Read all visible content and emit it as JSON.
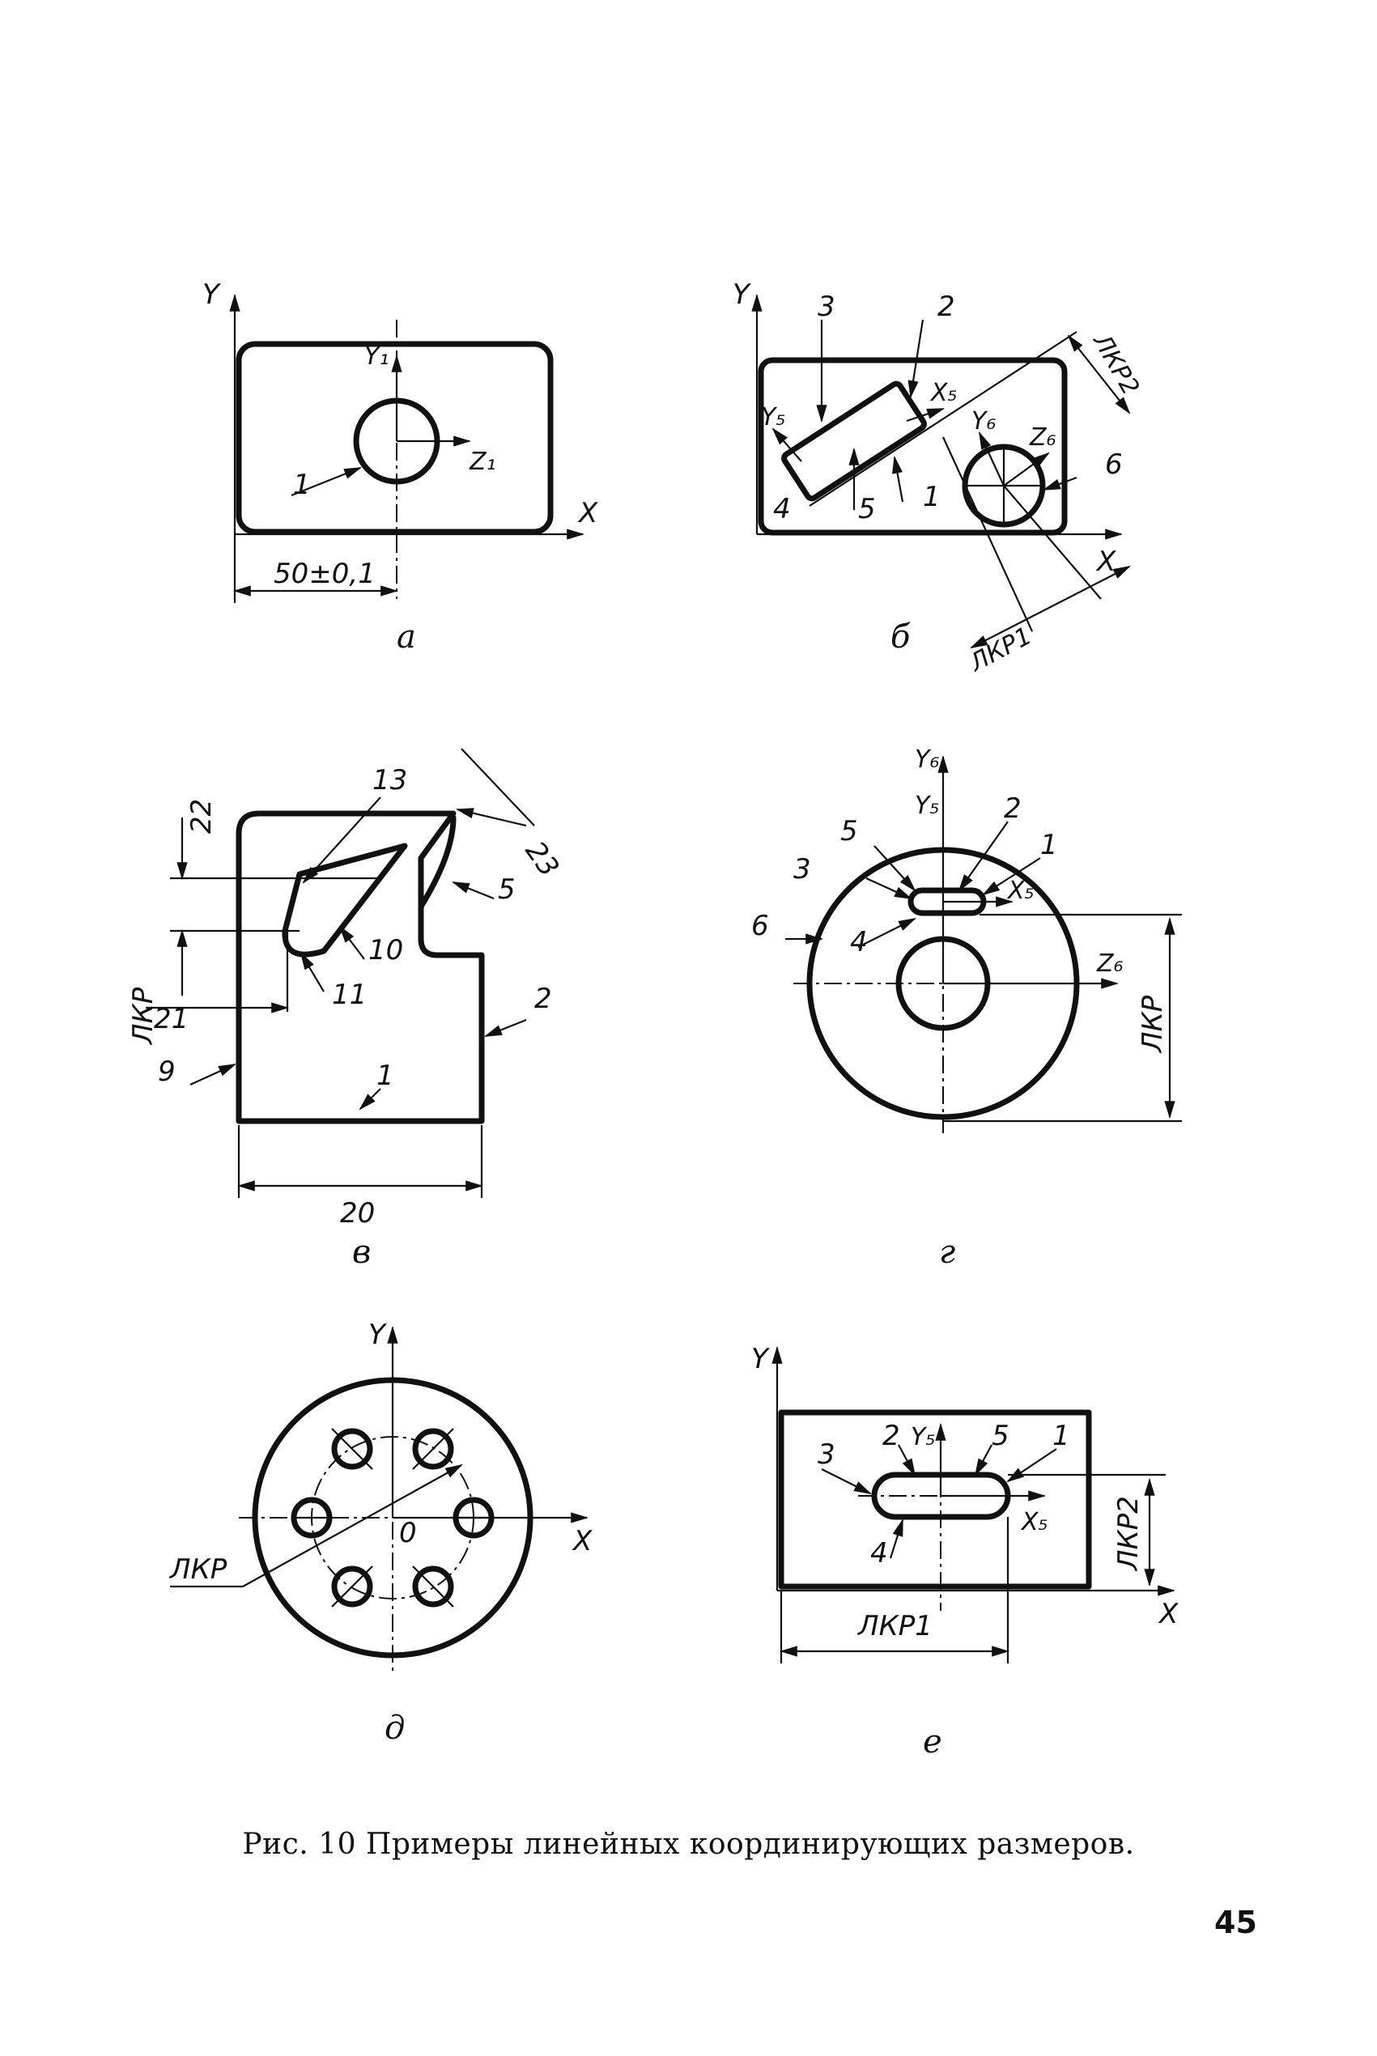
{
  "figure": {
    "caption": "Рис. 10 Примеры линейных координирующих размеров.",
    "page_number": "45"
  },
  "panels": {
    "a": {
      "sublabel": "а",
      "axis_y": "Y",
      "axis_x": "X",
      "axis_y1": "Y₁",
      "axis_z1": "Z₁",
      "callout_1": "1",
      "dimension": "50±0,1"
    },
    "b": {
      "sublabel": "б",
      "axis_y": "Y",
      "axis_x": "X",
      "axis_y5": "Y₅",
      "axis_x5": "X₅",
      "axis_y6": "Y₆",
      "axis_z6": "Z₆",
      "callout_1": "1",
      "callout_2": "2",
      "callout_3": "3",
      "callout_4": "4",
      "callout_5": "5",
      "callout_6": "6",
      "lkr1": "ЛКР1",
      "lkr2": "ЛКР2"
    },
    "v": {
      "sublabel": "в",
      "lkr_label": "ЛКР",
      "dim_20": "20",
      "dim_21": "21",
      "dim_22": "22",
      "dim_23": "23",
      "callout_1": "1",
      "callout_2": "2",
      "callout_5": "5",
      "callout_9": "9",
      "callout_10": "10",
      "callout_11": "11",
      "callout_13": "13"
    },
    "g": {
      "sublabel": "г",
      "axis_y6": "Y₆",
      "axis_y5": "Y₅",
      "axis_x5": "X₅",
      "axis_z6": "Z₆",
      "callout_1": "1",
      "callout_2": "2",
      "callout_3": "3",
      "callout_4": "4",
      "callout_5": "5",
      "callout_6": "6",
      "lkr": "ЛКР"
    },
    "d": {
      "sublabel": "д",
      "axis_y": "Y",
      "axis_x": "X",
      "origin": "0",
      "lkr": "ЛКР"
    },
    "e": {
      "sublabel": "е",
      "axis_y": "Y",
      "axis_x": "X",
      "axis_y5": "Y₅",
      "axis_x5": "X₅",
      "callout_1": "1",
      "callout_2": "2",
      "callout_3": "3",
      "callout_4": "4",
      "callout_5": "5",
      "lkr1": "ЛКР1",
      "lkr2": "ЛКР2"
    }
  }
}
